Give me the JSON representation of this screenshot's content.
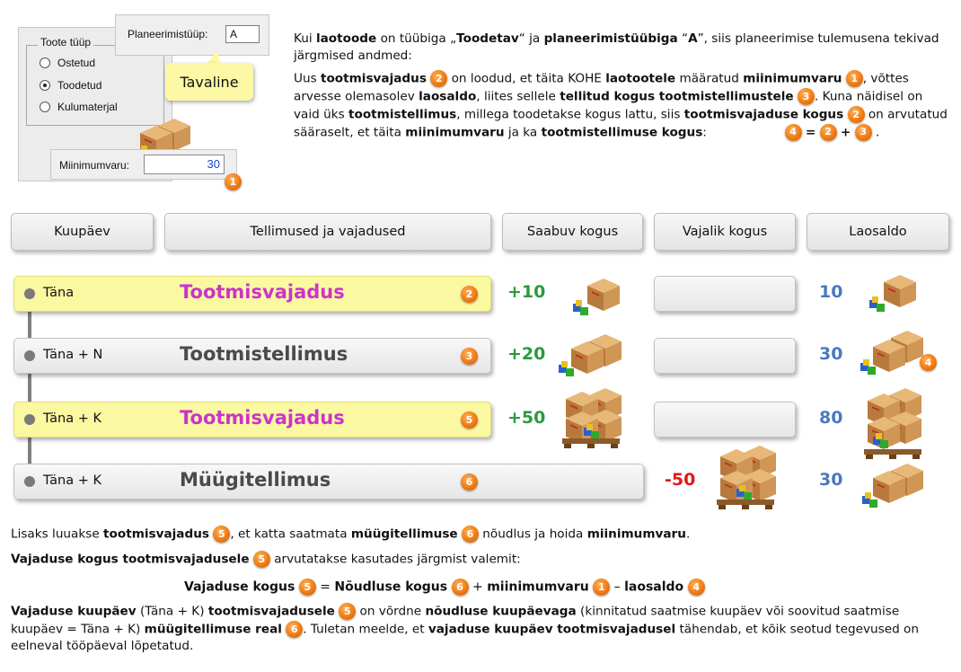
{
  "dialog": {
    "group_title": "Toote tüüp",
    "radio_options": [
      "Ostetud",
      "Toodetud",
      "Kulumaterjal"
    ],
    "selected_option": "Toodetud",
    "planning_label": "Planeerimistüüp:",
    "planning_value": "A",
    "callout_text": "Tavaline",
    "min_label": "Miinimumvaru:",
    "min_value": "30"
  },
  "badges": {
    "b1": "1",
    "b2": "2",
    "b3": "3",
    "b4": "4",
    "b5": "5",
    "b6": "6"
  },
  "intro": {
    "p1": {
      "t1": "Kui ",
      "b1": "laotoode",
      "t2": " on tüübiga „",
      "b2": "Toodetav",
      "t3": "“ ja ",
      "b3": "planeerimistüübiga",
      "t4": " “",
      "b4": "A",
      "t5": "”, siis planeerimise tulemusena tekivad järgmised andmed:"
    },
    "p2": {
      "t1": "Uus ",
      "b1": "tootmisvajadus",
      "t2": " on loodud, et täita KOHE ",
      "b2": "laotootele",
      "t3": " määratud ",
      "b3": "miinimumvaru",
      "t4": ", võttes arvesse olemasolev ",
      "b4": "laosaldo",
      "t5": ", liites sellele ",
      "b5": "tellitud kogus tootmistellimustele",
      "t6": ". Kuna näidisel on vaid üks ",
      "b6": "tootmistellimus",
      "t7": ", millega toodetakse kogus lattu, siis ",
      "b7": "tootmisvajaduse kogus",
      "t8": " on arvutatud sääraselt, et täita ",
      "b8": "miinimumvaru",
      "t9": " ja ka ",
      "b9": "tootmistellimuse kogus",
      "t10": ":",
      "eq": "=",
      "plus": "+",
      "dot": "."
    }
  },
  "table": {
    "headers": [
      "Kuupäev",
      "Tellimused ja vajadused",
      "Saabuv kogus",
      "Vajalik kogus",
      "Laosaldo"
    ],
    "rows": [
      {
        "date": "Täna",
        "order": "Tootmisvajadus",
        "badge": "2",
        "incoming": "+10",
        "required": "",
        "balance": "10"
      },
      {
        "date": "Täna + N",
        "order": "Tootmistellimus",
        "badge": "3",
        "incoming": "+20",
        "required": "",
        "balance": "30",
        "balance_badge": "4"
      },
      {
        "date": "Täna + K",
        "order": "Tootmisvajadus",
        "badge": "5",
        "incoming": "+50",
        "required": "",
        "balance": "80"
      },
      {
        "date": "Täna + K",
        "order": "Müügitellimus",
        "badge": "6",
        "incoming": "",
        "required": "-50",
        "balance": "30"
      }
    ]
  },
  "bottom": {
    "l1": {
      "t1": "Lisaks luuakse ",
      "b1": "tootmisvajadus",
      "t2": ", et katta saatmata ",
      "b2": "müügitellimuse",
      "t3": " nõudlus ja hoida ",
      "b3": "miinimumvaru",
      "t4": "."
    },
    "l2": {
      "b1": "Vajaduse kogus tootmisvajadusele",
      "t1": " arvutatakse kasutades järgmist valemit:"
    },
    "l3": {
      "b1": "Vajaduse kogus",
      "t1": " = ",
      "b2": "Nõudluse kogus",
      "t2": " + ",
      "b3": "miinimumvaru",
      "t3": " – ",
      "b4": "laosaldo"
    },
    "l4": {
      "b1": "Vajaduse kuupäev",
      "t1": " (Täna + K) ",
      "b2": "tootmisvajadusele",
      "t2": " on võrdne ",
      "b3": "nõudluse kuupäevaga",
      "t3": " (kinnitatud saatmise kuupäev või soovitud saatmise kuupäev = Täna + K) ",
      "b4": "müügitellimuse real",
      "t4": ". Tuletan meelde, et ",
      "b5": "vajaduse kuupäev tootmisvajadusel",
      "t5": " tähendab, et kõik seotud tegevused on eelneval tööpäeval lõpetatud."
    }
  },
  "colors": {
    "pink": "#cc33cc",
    "green": "#2a9a3c",
    "red": "#e01818",
    "blue": "#4a78c0",
    "badge": "#f07a12",
    "yellow": "#fbf8a2"
  }
}
